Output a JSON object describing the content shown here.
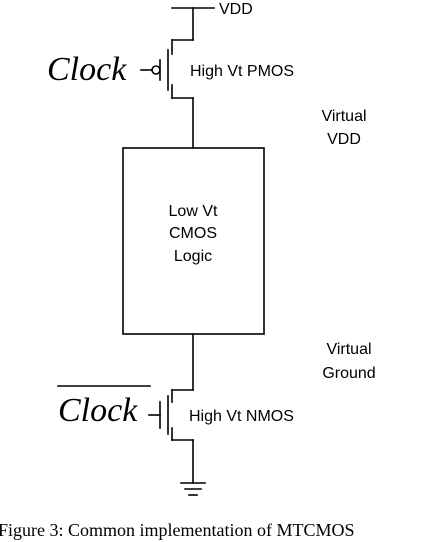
{
  "labels": {
    "vdd": "VDD",
    "clock_top": "Clock",
    "clock_bottom": "Clock",
    "pmos": "High Vt PMOS",
    "nmos": "High Vt NMOS",
    "virtual_vdd_line1": "Virtual",
    "virtual_vdd_line2": "VDD",
    "virtual_ground_line1": "Virtual",
    "virtual_ground_line2": "Ground",
    "logic_line1": "Low Vt",
    "logic_line2": "CMOS",
    "logic_line3": "Logic"
  },
  "caption": "Figure 3: Common implementation of MTCMOS",
  "colors": {
    "stroke": "#000000",
    "background": "#ffffff"
  }
}
